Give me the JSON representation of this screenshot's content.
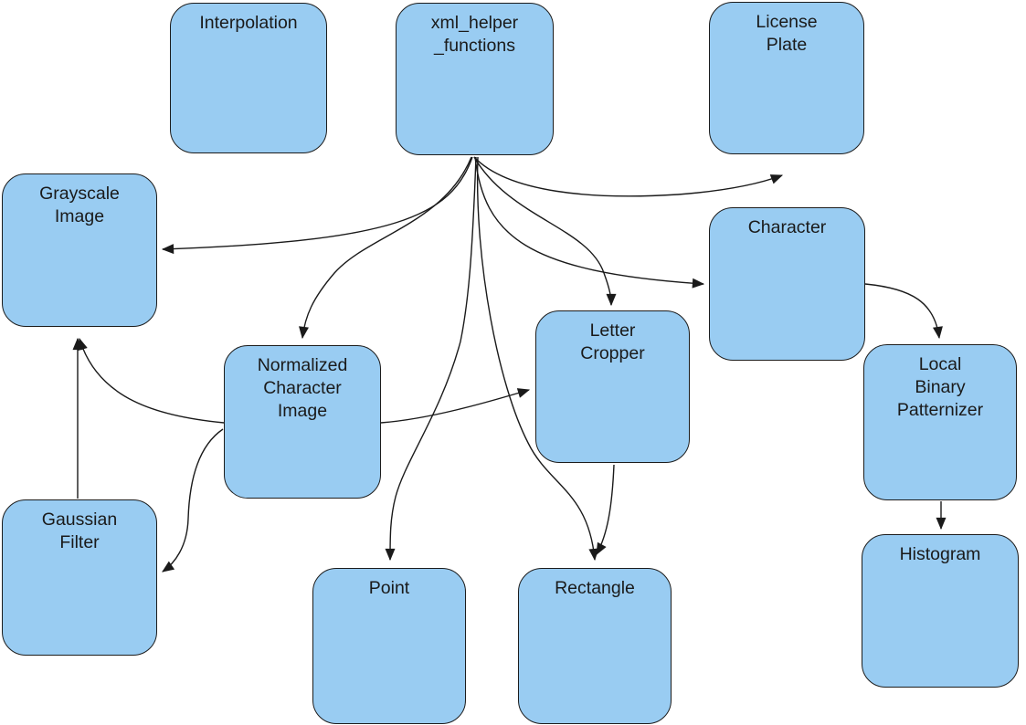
{
  "diagram": {
    "type": "dependency-graph",
    "colors": {
      "node_fill": "#99ccf2",
      "node_border": "#1c1c1c",
      "edge": "#1a1a1a",
      "background": "#ffffff",
      "text": "#1a1a1a"
    },
    "nodes": {
      "interpolation": {
        "label": "Interpolation"
      },
      "xml_helper_functions": {
        "label": "xml_helper\n_functions"
      },
      "license_plate": {
        "label": "License\nPlate"
      },
      "grayscale_image": {
        "label": "Grayscale\nImage"
      },
      "character": {
        "label": "Character"
      },
      "normalized_character_image": {
        "label": "Normalized\nCharacter\nImage"
      },
      "letter_cropper": {
        "label": "Letter\nCropper"
      },
      "local_binary_patternizer": {
        "label": "Local\nBinary\nPatternizer"
      },
      "gaussian_filter": {
        "label": "Gaussian\nFilter"
      },
      "point": {
        "label": "Point"
      },
      "rectangle": {
        "label": "Rectangle"
      },
      "histogram": {
        "label": "Histogram"
      }
    },
    "edges": [
      {
        "from": "xml_helper_functions",
        "to": "license_plate"
      },
      {
        "from": "xml_helper_functions",
        "to": "grayscale_image"
      },
      {
        "from": "xml_helper_functions",
        "to": "normalized_character_image"
      },
      {
        "from": "xml_helper_functions",
        "to": "letter_cropper"
      },
      {
        "from": "xml_helper_functions",
        "to": "character"
      },
      {
        "from": "xml_helper_functions",
        "to": "point"
      },
      {
        "from": "xml_helper_functions",
        "to": "rectangle"
      },
      {
        "from": "letter_cropper",
        "to": "rectangle"
      },
      {
        "from": "normalized_character_image",
        "to": "letter_cropper"
      },
      {
        "from": "normalized_character_image",
        "to": "grayscale_image"
      },
      {
        "from": "normalized_character_image",
        "to": "gaussian_filter"
      },
      {
        "from": "gaussian_filter",
        "to": "grayscale_image"
      },
      {
        "from": "character",
        "to": "local_binary_patternizer"
      },
      {
        "from": "local_binary_patternizer",
        "to": "histogram"
      }
    ]
  }
}
